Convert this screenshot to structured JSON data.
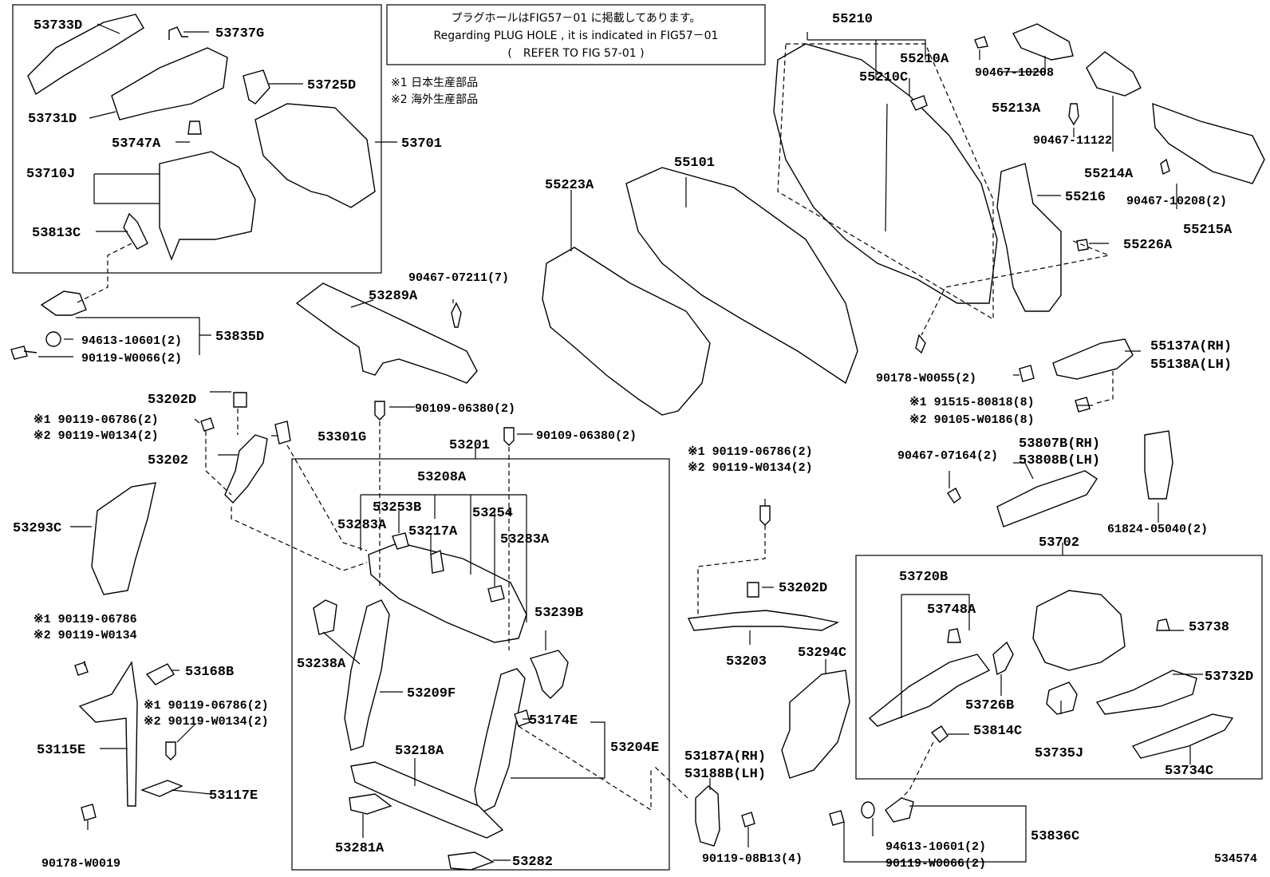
{
  "note": {
    "line1": "プラグホールはFIG57－01 に掲載してあります。",
    "line2": "Regarding PLUG HOLE , it is indicated in FIG57－01",
    "line3": "(　REFER TO FIG 57-01 )"
  },
  "legend": {
    "j1": "※1 日本生産部品",
    "j2": "※2 海外生産部品"
  },
  "ref_number": "534574",
  "labels": [
    {
      "id": "l1",
      "text": "53733D"
    },
    {
      "id": "l2",
      "text": "53737G"
    },
    {
      "id": "l3",
      "text": "53725D"
    },
    {
      "id": "l4",
      "text": "53731D"
    },
    {
      "id": "l5",
      "text": "53747A"
    },
    {
      "id": "l6",
      "text": "53701"
    },
    {
      "id": "l7",
      "text": "53710J"
    },
    {
      "id": "l8",
      "text": "53813C"
    },
    {
      "id": "l9",
      "text": "94613-10601(2)"
    },
    {
      "id": "l10",
      "text": "53835D"
    },
    {
      "id": "l11",
      "text": "90119-W0066(2)"
    },
    {
      "id": "l12",
      "text": "53289A"
    },
    {
      "id": "l13",
      "text": "90467-07211(7)"
    },
    {
      "id": "l14",
      "text": "55223A"
    },
    {
      "id": "l15",
      "text": "55101"
    },
    {
      "id": "l16",
      "text": "55210"
    },
    {
      "id": "l17",
      "text": "55210A"
    },
    {
      "id": "l18",
      "text": "55210C"
    },
    {
      "id": "l19",
      "text": "90467-10208"
    },
    {
      "id": "l20",
      "text": "55213A"
    },
    {
      "id": "l21",
      "text": "90467-11122"
    },
    {
      "id": "l22",
      "text": "55214A"
    },
    {
      "id": "l23",
      "text": "90467-10208(2)"
    },
    {
      "id": "l24",
      "text": "55215A"
    },
    {
      "id": "l25",
      "text": "55216"
    },
    {
      "id": "l26",
      "text": "55226A"
    },
    {
      "id": "l27",
      "text": "55137A(RH)"
    },
    {
      "id": "l28",
      "text": "55138A(LH)"
    },
    {
      "id": "l29",
      "text": "90178-W0055(2)"
    },
    {
      "id": "l30",
      "text": "※1 91515-80818(8)"
    },
    {
      "id": "l31",
      "text": "※2 90105-W0186(8)"
    },
    {
      "id": "l32",
      "text": "53202D"
    },
    {
      "id": "l33",
      "text": "※1 90119-06786(2)"
    },
    {
      "id": "l34",
      "text": "※2 90119-W0134(2)"
    },
    {
      "id": "l35",
      "text": "53301G"
    },
    {
      "id": "l36",
      "text": "90109-06380(2)"
    },
    {
      "id": "l37",
      "text": "90109-06380(2)"
    },
    {
      "id": "l38",
      "text": "53201"
    },
    {
      "id": "l39",
      "text": "53202"
    },
    {
      "id": "l40",
      "text": "53208A"
    },
    {
      "id": "l41",
      "text": "53253B"
    },
    {
      "id": "l42",
      "text": "53254"
    },
    {
      "id": "l43",
      "text": "53283A"
    },
    {
      "id": "l44",
      "text": "53217A"
    },
    {
      "id": "l45",
      "text": "53283A"
    },
    {
      "id": "l46",
      "text": "53293C"
    },
    {
      "id": "l47",
      "text": "※1 90119-06786(2)"
    },
    {
      "id": "l48",
      "text": "※2 90119-W0134(2)"
    },
    {
      "id": "l49",
      "text": "90467-07164(2)"
    },
    {
      "id": "l50",
      "text": "53807B(RH)"
    },
    {
      "id": "l51",
      "text": "53808B(LH)"
    },
    {
      "id": "l52",
      "text": "61824-05040(2)"
    },
    {
      "id": "l53",
      "text": "53702"
    },
    {
      "id": "l54",
      "text": "53720B"
    },
    {
      "id": "l55",
      "text": "53748A"
    },
    {
      "id": "l56",
      "text": "53738"
    },
    {
      "id": "l57",
      "text": "53732D"
    },
    {
      "id": "l58",
      "text": "53726B"
    },
    {
      "id": "l59",
      "text": "53814C"
    },
    {
      "id": "l60",
      "text": "53735J"
    },
    {
      "id": "l61",
      "text": "53734C"
    },
    {
      "id": "l62",
      "text": "53202D"
    },
    {
      "id": "l63",
      "text": "53203"
    },
    {
      "id": "l64",
      "text": "53294C"
    },
    {
      "id": "l65",
      "text": "53239B"
    },
    {
      "id": "l66",
      "text": "53238A"
    },
    {
      "id": "l67",
      "text": "53209F"
    },
    {
      "id": "l68",
      "text": "53174E"
    },
    {
      "id": "l69",
      "text": "53204E"
    },
    {
      "id": "l70",
      "text": "53218A"
    },
    {
      "id": "l71",
      "text": "53281A"
    },
    {
      "id": "l72",
      "text": "53282"
    },
    {
      "id": "l73",
      "text": "53187A(RH)"
    },
    {
      "id": "l74",
      "text": "53188B(LH)"
    },
    {
      "id": "l75",
      "text": "90119-08B13(4)"
    },
    {
      "id": "l76",
      "text": "94613-10601(2)"
    },
    {
      "id": "l77",
      "text": "53836C"
    },
    {
      "id": "l78",
      "text": "90119-W0066(2)"
    },
    {
      "id": "l79",
      "text": "※1 90119-06786"
    },
    {
      "id": "l80",
      "text": "※2 90119-W0134"
    },
    {
      "id": "l81",
      "text": "53168B"
    },
    {
      "id": "l82",
      "text": "※1 90119-06786(2)"
    },
    {
      "id": "l83",
      "text": "※2 90119-W0134(2)"
    },
    {
      "id": "l84",
      "text": "53115E"
    },
    {
      "id": "l85",
      "text": "53117E"
    },
    {
      "id": "l86",
      "text": "90178-W0019"
    }
  ]
}
